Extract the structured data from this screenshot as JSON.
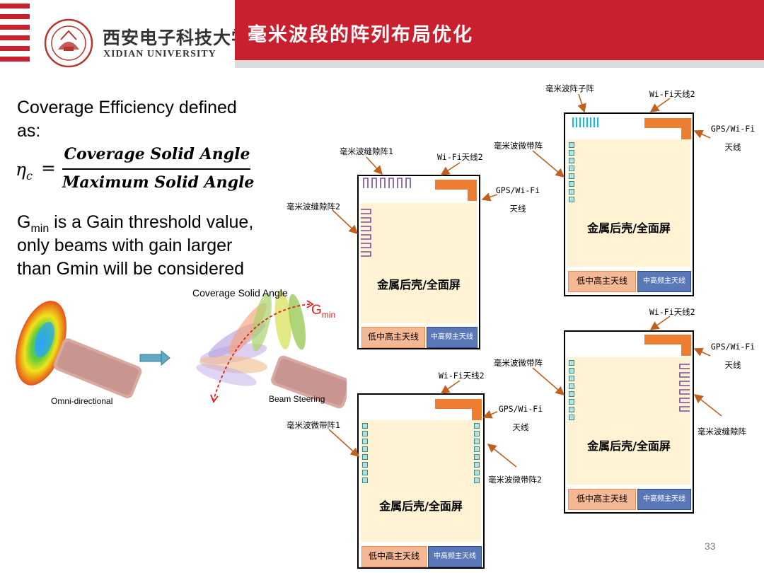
{
  "header": {
    "university_cn": "西安电子科技大学",
    "university_en": "XIDIAN UNIVERSITY",
    "title": "毫米波段的阵列布局优化",
    "brand_red": "#c8202e"
  },
  "left": {
    "intro_line1": "Coverage Efficiency defined",
    "intro_line2": "as:",
    "eq_eta": "η",
    "eq_eta_sub": "c",
    "eq_equals": "=",
    "eq_numerator": "Coverage Solid Angle",
    "eq_denominator": "Maximum Solid Angle",
    "gmin_g": "G",
    "gmin_sub": "min",
    "gmin_rest": " is a Gain threshold value,",
    "line2": "only beams with gain larger",
    "line3": "than Gmin will be considered"
  },
  "figure": {
    "coverage_solid_angle": "Coverage Solid Angle",
    "gmin_g": "G",
    "gmin_sub": "min",
    "omni_label": "Omni-directional",
    "beam_label": "Beam Steering"
  },
  "phones": {
    "body_label": "金属后壳/全面屏",
    "low_label": "低中高主天线",
    "mid_label": "中高频主天线"
  },
  "annotations": {
    "slot_array_1": "毫米波缝隙阵1",
    "wifi_2": "Wi-Fi天线2",
    "gps_wifi": "GPS/Wi-Fi",
    "antenna": "天线",
    "slot_array_2": "毫米波缝隙阵2",
    "subarray": "毫米波阵子阵",
    "microstrip_array": "毫米波微带阵",
    "microstrip_array_1": "毫米波微带阵1",
    "microstrip_array_2": "毫米波微带阵2",
    "slot_array": "毫米波缝隙阵"
  },
  "page_number": "33",
  "colors": {
    "orange": "#ed7d31",
    "body_fill": "#fff3d4",
    "blue_button": "#5a78b8",
    "salmon_button": "#f5b894",
    "array_teal": "#b7dede"
  }
}
